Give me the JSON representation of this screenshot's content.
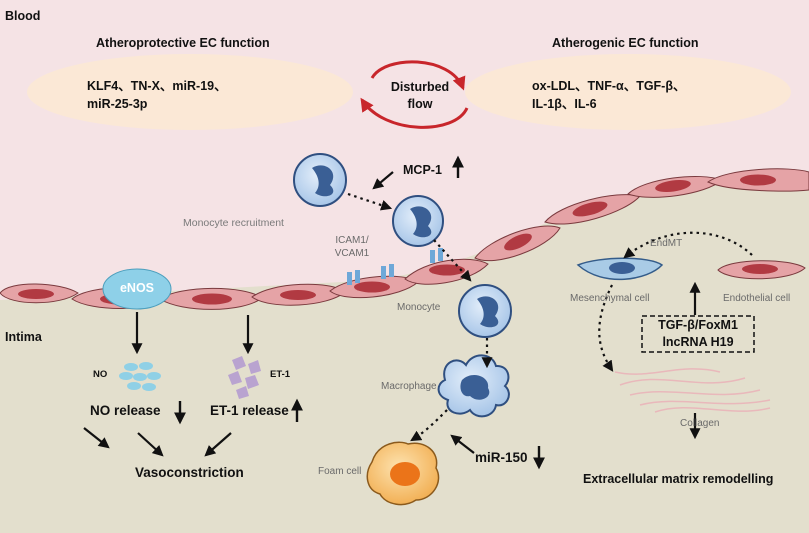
{
  "regions": {
    "blood": "Blood",
    "intima": "Intima"
  },
  "protective": {
    "title": "Atheroprotective EC function",
    "line1": "KLF4、TN-X、miR-19、",
    "line2": "miR-25-3p"
  },
  "atherogenic": {
    "title": "Atherogenic EC function",
    "line1": "ox-LDL、TNF-α、TGF-β、",
    "line2": "IL-1β、IL-6"
  },
  "flow": {
    "line1": "Disturbed",
    "line2": "flow"
  },
  "mcp": {
    "label": "MCP-1",
    "trend": "↑"
  },
  "recruitment": "Monocyte recruitment",
  "adhesion": {
    "line1": "ICAM1/",
    "line2": "VCAM1"
  },
  "enos": "eNOS",
  "no": {
    "molecule": "NO",
    "release": "NO release",
    "trend": "↓"
  },
  "et1": {
    "molecule": "ET-1",
    "release": "ET-1 release",
    "trend": "↑"
  },
  "vasoconstriction": "Vasoconstriction",
  "monocyte": "Monocyte",
  "macrophage": "Macrophage",
  "foam_cell": "Foam cell",
  "mir150": {
    "label": "miR-150",
    "trend": "↓"
  },
  "endmt": "EndMT",
  "mesenchymal": "Mesenchymal cell",
  "endothelial": "Endothelial cell",
  "regulators": {
    "line1": "TGF-β/FoxM1",
    "line2": "lncRNA H19"
  },
  "collagen": "Collagen",
  "ecm": "Extracellular matrix remodelling",
  "colors": {
    "blood_bg": "#f5e3e5",
    "intima_bg": "#e3dfcd",
    "ec_cell": "#e5a3a6",
    "ec_nucleus": "#b13a42",
    "ellipse": "#fbe8d6",
    "flow_arrow": "#c8262b",
    "enos": "#8ed0e8",
    "monocyte": "#bcd5ef",
    "monocyte_nucleus": "#3a5f95",
    "foam": "#f2bb63",
    "foam_nucleus": "#eb7419",
    "no": "#8fd0e6",
    "et1": "#b9a3d0",
    "collagen": "#e9b8bb"
  }
}
